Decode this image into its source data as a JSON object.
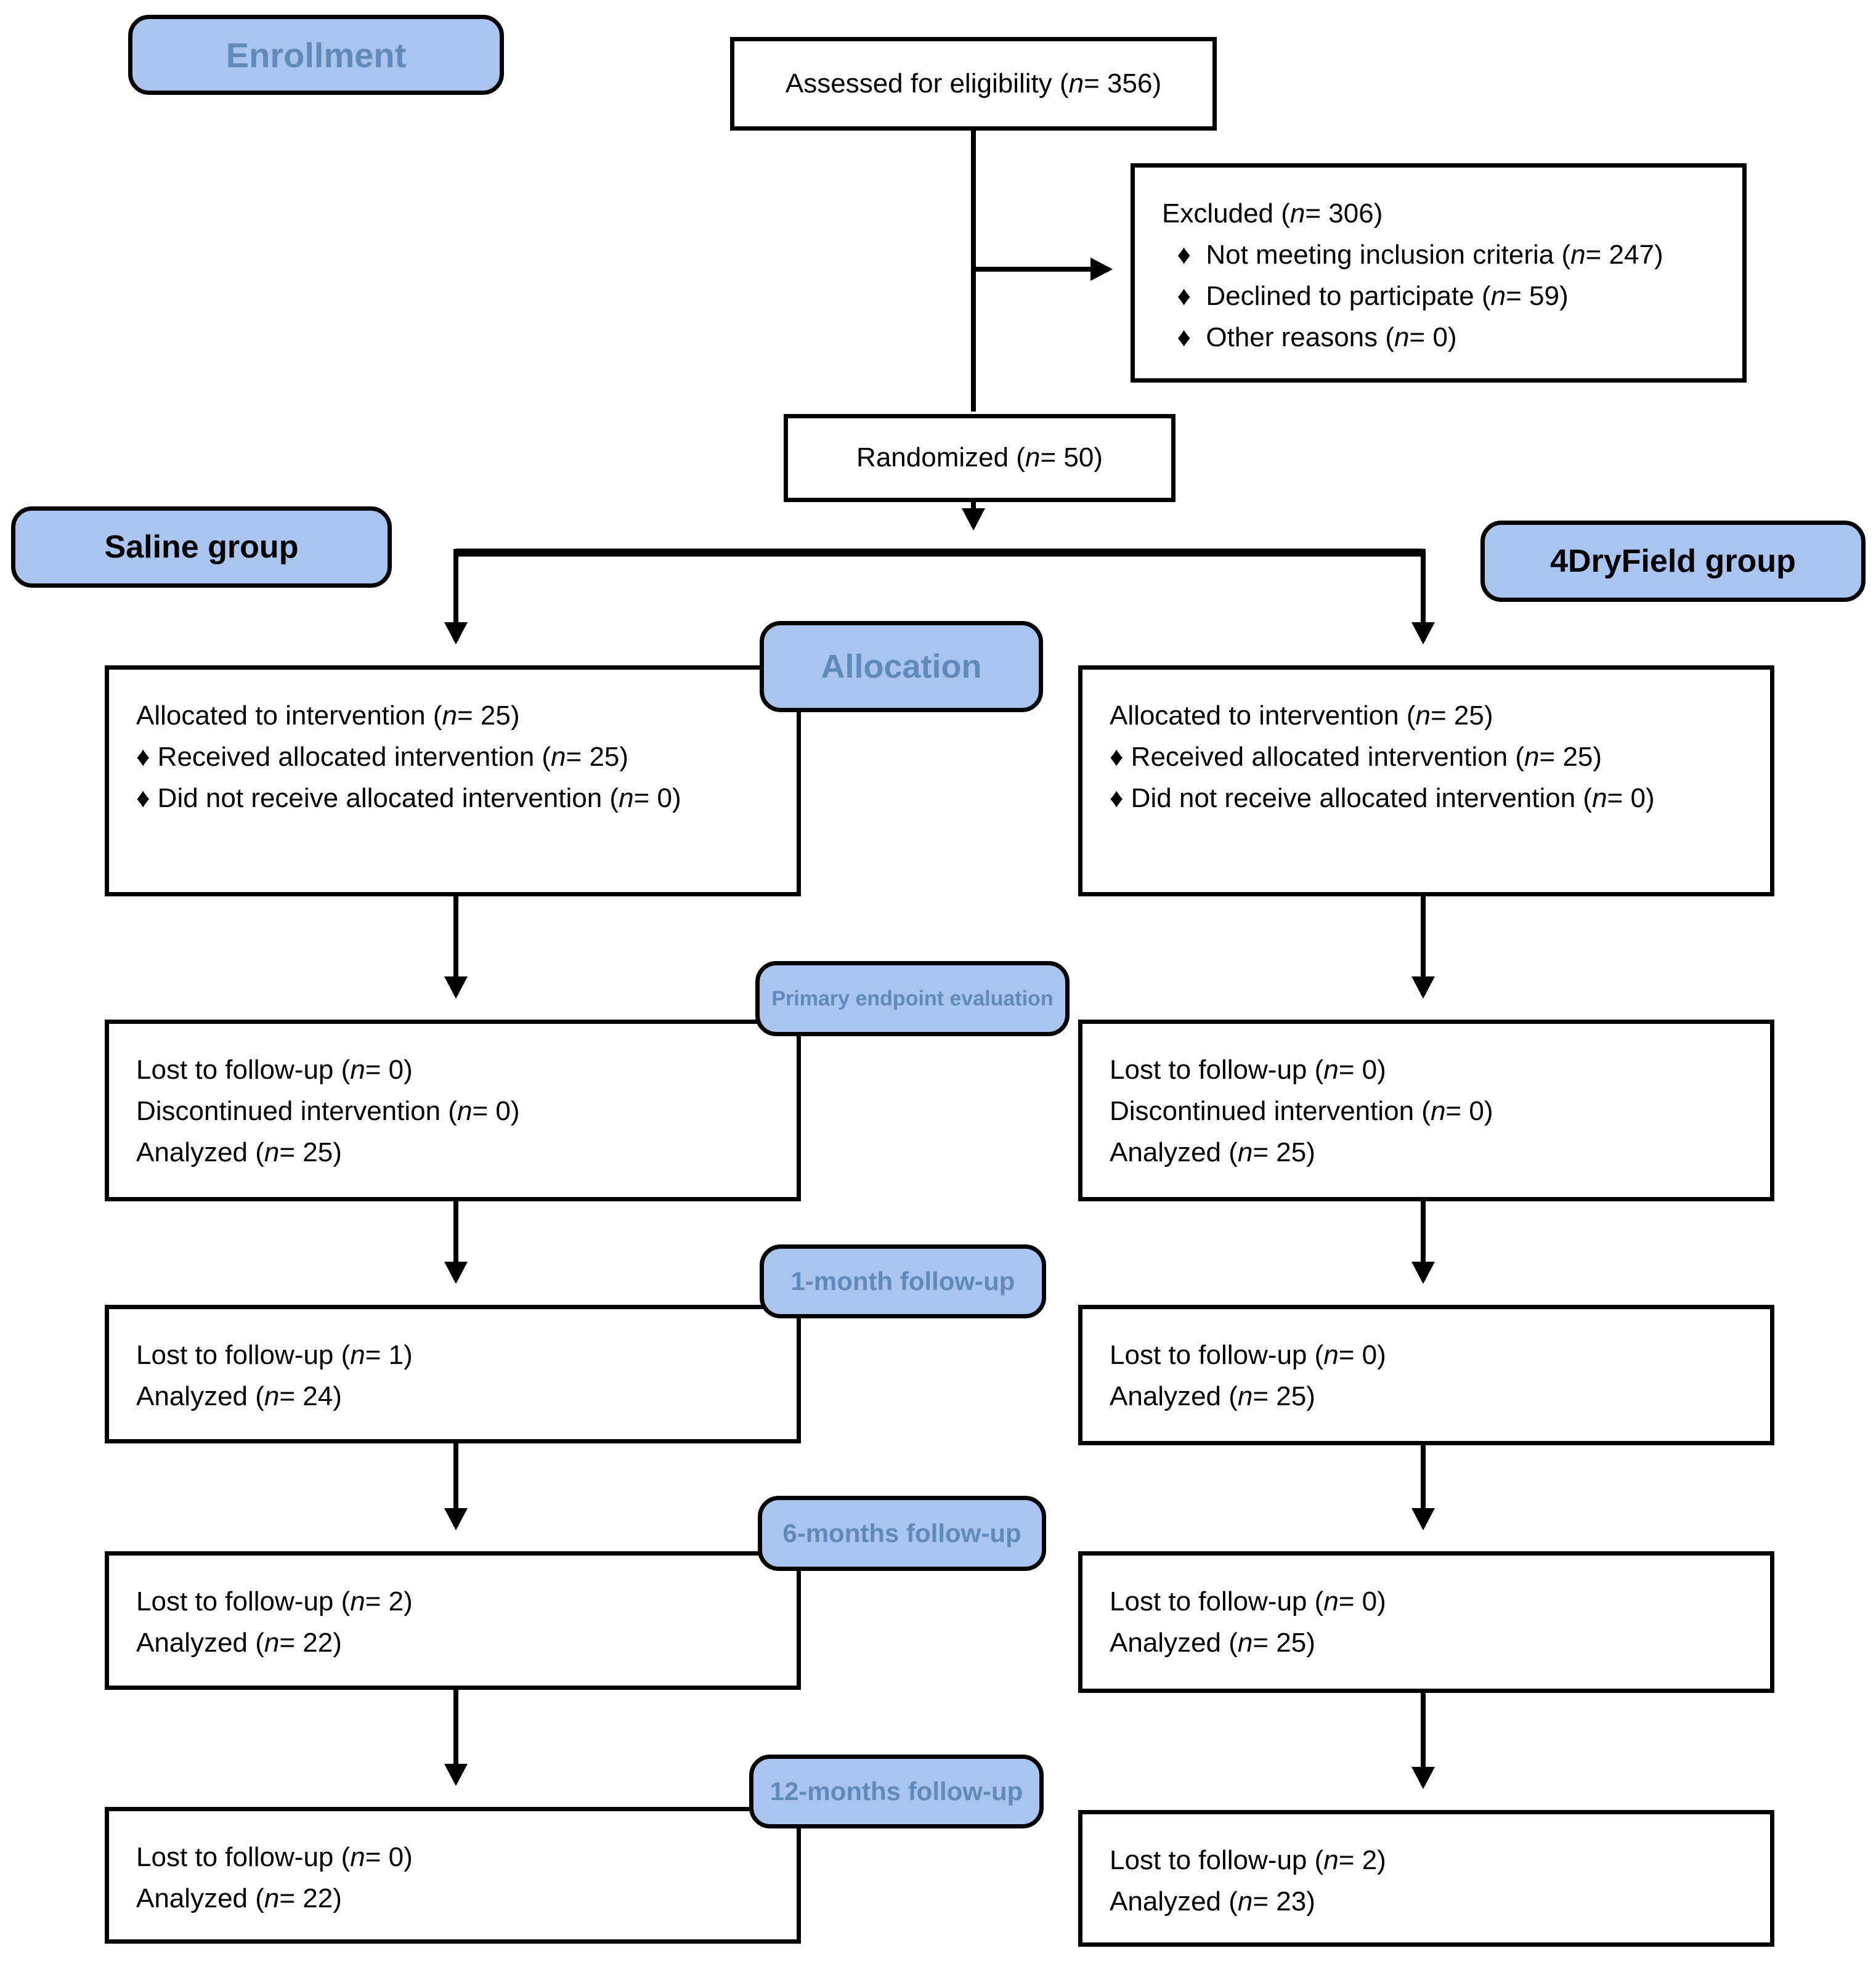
{
  "palette": {
    "label_fill": "#a9c4ef",
    "label_border": "#000000",
    "label_text_blue": "#5f8ab9",
    "label_text_dark": "#000000",
    "box_border": "#000000",
    "box_bg": "#ffffff",
    "line_color": "#000000"
  },
  "stage_labels": {
    "enrollment": "Enrollment",
    "allocation": "Allocation",
    "primary_endpoint": "Primary endpoint evaluation",
    "month1": "1-month follow-up",
    "month6": "6-months follow-up",
    "month12": "12-months follow-up"
  },
  "group_labels": {
    "left": "Saline group",
    "right": "4DryField group"
  },
  "boxes": {
    "assessed": {
      "lines": [
        {
          "pre": "Assessed for eligibility (",
          "n": "n",
          "post": "= 356)"
        }
      ]
    },
    "excluded": {
      "lines": [
        {
          "pre": "Excluded (",
          "n": "n",
          "post": "= 306)"
        },
        {
          "pre": "  ♦  Not meeting inclusion criteria (",
          "n": "n",
          "post": "= 247)"
        },
        {
          "pre": "  ♦  Declined to participate (",
          "n": "n",
          "post": "= 59)"
        },
        {
          "pre": "  ♦  Other reasons (",
          "n": "n",
          "post": "= 0)"
        }
      ]
    },
    "randomized": {
      "lines": [
        {
          "pre": "Randomized (",
          "n": "n",
          "post": "= 50)"
        }
      ]
    },
    "alloc_left": {
      "lines": [
        {
          "pre": "Allocated to intervention (",
          "n": "n",
          "post": "= 25)"
        },
        {
          "pre": "♦ Received allocated intervention (",
          "n": "n",
          "post": "= 25)"
        },
        {
          "pre": "♦ Did not receive allocated intervention (",
          "n": "n",
          "post": "= 0)"
        }
      ]
    },
    "alloc_right": {
      "lines": [
        {
          "pre": "Allocated to intervention (",
          "n": "n",
          "post": "= 25)"
        },
        {
          "pre": "♦ Received allocated intervention (",
          "n": "n",
          "post": "= 25)"
        },
        {
          "pre": "♦ Did not receive allocated intervention (",
          "n": "n",
          "post": "= 0)"
        }
      ]
    },
    "primary_left": {
      "lines": [
        {
          "pre": "Lost to follow-up (",
          "n": "n",
          "post": "= 0)"
        },
        {
          "pre": "Discontinued intervention (",
          "n": "n",
          "post": "= 0)"
        },
        {
          "pre": "Analyzed (",
          "n": "n",
          "post": "= 25)"
        }
      ]
    },
    "primary_right": {
      "lines": [
        {
          "pre": "Lost to follow-up (",
          "n": "n",
          "post": "= 0)"
        },
        {
          "pre": "Discontinued intervention (",
          "n": "n",
          "post": "= 0)"
        },
        {
          "pre": "Analyzed (",
          "n": "n",
          "post": "= 25)"
        }
      ]
    },
    "month1_left": {
      "lines": [
        {
          "pre": "Lost to follow-up (",
          "n": "n",
          "post": "= 1)"
        },
        {
          "pre": "Analyzed (",
          "n": "n",
          "post": "= 24)"
        }
      ]
    },
    "month1_right": {
      "lines": [
        {
          "pre": "Lost to follow-up (",
          "n": "n",
          "post": "= 0)"
        },
        {
          "pre": "Analyzed (",
          "n": "n",
          "post": "= 25)"
        }
      ]
    },
    "month6_left": {
      "lines": [
        {
          "pre": "Lost to follow-up (",
          "n": "n",
          "post": "= 2)"
        },
        {
          "pre": "Analyzed (",
          "n": "n",
          "post": "= 22)"
        }
      ]
    },
    "month6_right": {
      "lines": [
        {
          "pre": "Lost to follow-up (",
          "n": "n",
          "post": "= 0)"
        },
        {
          "pre": "Analyzed (",
          "n": "n",
          "post": "= 25)"
        }
      ]
    },
    "month12_left": {
      "lines": [
        {
          "pre": "Lost to follow-up (",
          "n": "n",
          "post": "= 0)"
        },
        {
          "pre": "Analyzed (",
          "n": "n",
          "post": "= 22)"
        }
      ]
    },
    "month12_right": {
      "lines": [
        {
          "pre": "Lost to follow-up (",
          "n": "n",
          "post": "= 2)"
        },
        {
          "pre": "Analyzed (",
          "n": "n",
          "post": "= 23)"
        }
      ]
    }
  }
}
